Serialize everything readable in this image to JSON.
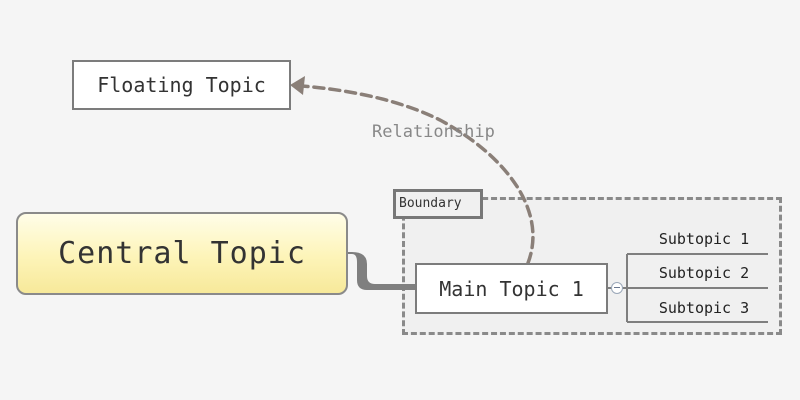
{
  "diagram": {
    "central_topic": "Central Topic",
    "floating_topic": "Floating Topic",
    "relationship_label": "Relationship",
    "boundary_label": "Boundary",
    "main_topic": "Main Topic 1",
    "subtopics": [
      "Subtopic 1",
      "Subtopic 2",
      "Subtopic 3"
    ]
  },
  "colors": {
    "background": "#f5f5f5",
    "central_fill": "#fdf4b8",
    "connector": "#7f7f7f",
    "relationship_line": "#8a7f78",
    "boundary_border": "#8a8a8a",
    "text": "#333333"
  },
  "icons": {
    "collapse_toggle": "minus-circle-icon",
    "relationship_arrow": "arrowhead-icon"
  }
}
